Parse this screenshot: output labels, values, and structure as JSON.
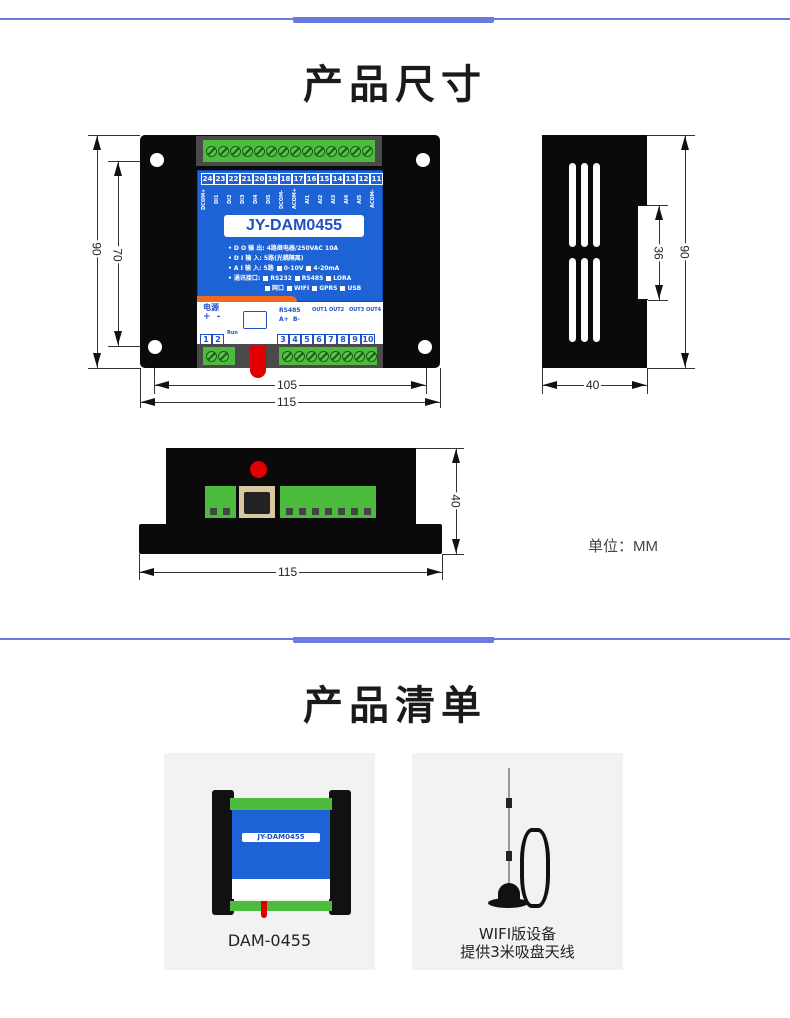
{
  "sections": {
    "dimensions": {
      "title": "产品尺寸"
    },
    "package": {
      "title": "产品清单"
    }
  },
  "colors": {
    "accent": "#6b7ae0",
    "panel_blue": "#1e63d6",
    "terminal_green": "#4cbb3e",
    "led_red": "#e00000"
  },
  "front_view": {
    "model": "JY-DAM0455",
    "top_pins": [
      "24",
      "23",
      "22",
      "21",
      "20",
      "19",
      "18",
      "17",
      "16",
      "15",
      "14",
      "13",
      "12",
      "11"
    ],
    "top_pin_labels": [
      "DCOM+",
      "DI1",
      "DI2",
      "DI3",
      "DI4",
      "DI5",
      "DCOM-",
      "ACOM+",
      "AI1",
      "AI2",
      "AI3",
      "AI4",
      "AI5",
      "ACOM-"
    ],
    "specs": [
      "• D O 输 出:  4路继电器/250VAC 10A",
      "• D I 输 入:  5路(光耦隔离)",
      "• A I 输 入:  5路",
      "• 通讯接口:"
    ],
    "ai_options": [
      "0-10V",
      "4-20mA"
    ],
    "comm_row1": [
      "RS232",
      "RS485",
      "LORA"
    ],
    "comm_row2": [
      "网口",
      "WIFI",
      "GPRS",
      "USB"
    ],
    "power_label": "电源",
    "power_sign": "+  -",
    "run_label": "Run",
    "rs485_label": "RS485",
    "rs485_ab": "A+  B-",
    "out_labels": [
      "OUT1",
      "OUT2",
      "OUT3",
      "OUT4"
    ],
    "bottom_pins": [
      "1",
      "2",
      "3",
      "4",
      "5",
      "6",
      "7",
      "8",
      "9",
      "10"
    ],
    "dims": {
      "height_outer": "90",
      "height_holes": "70",
      "width_holes": "105",
      "width_outer": "115"
    }
  },
  "side_view": {
    "dims": {
      "height": "90",
      "window": "36",
      "depth": "40"
    }
  },
  "bottom_view": {
    "dims": {
      "height": "40",
      "width": "115"
    }
  },
  "unit": {
    "label": "单位：",
    "value": "MM"
  },
  "package_items": [
    {
      "name": "DAM-0455",
      "lines": [
        "DAM-0455"
      ]
    },
    {
      "name": "antenna",
      "lines": [
        "WIFI版设备",
        "提供3米吸盘天线"
      ]
    }
  ]
}
